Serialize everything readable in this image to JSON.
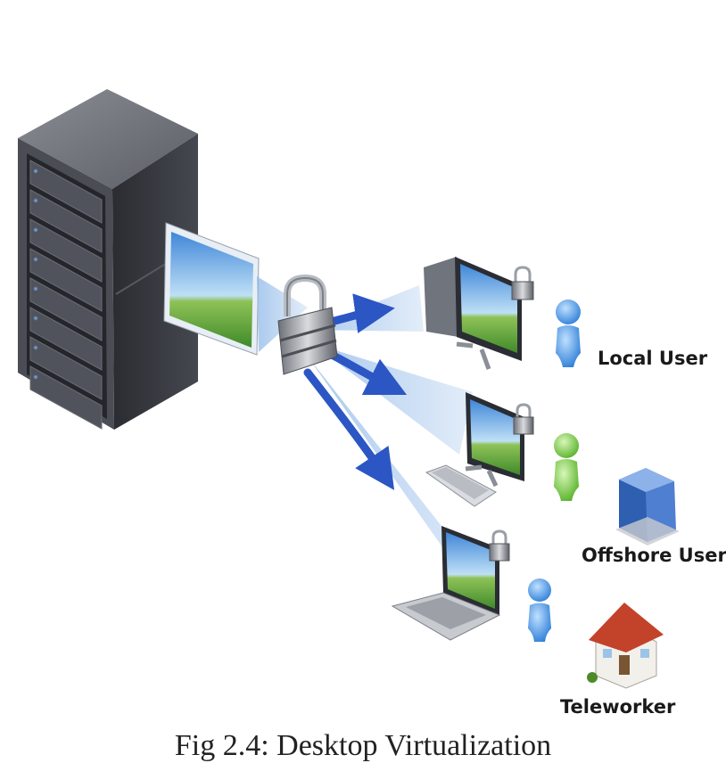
{
  "labels": {
    "local_user": "Local User",
    "offshore_user": "Offshore User",
    "teleworker": "Teleworker"
  },
  "caption": "Fig 2.4: Desktop Virtualization",
  "colors": {
    "arrow": "#2b56c4",
    "beam": "#8fb8e8",
    "server": "#3a3d44",
    "user_blue": "#3c8be0",
    "user_green": "#6cc33a",
    "building": "#4f7fd0",
    "roof": "#c2432a"
  },
  "icons": [
    "server-rack-icon",
    "virtual-desktop-icon",
    "padlock-icon",
    "monitor-icon",
    "laptop-icon",
    "keyboard-icon",
    "user-icon",
    "building-icon",
    "house-icon"
  ]
}
